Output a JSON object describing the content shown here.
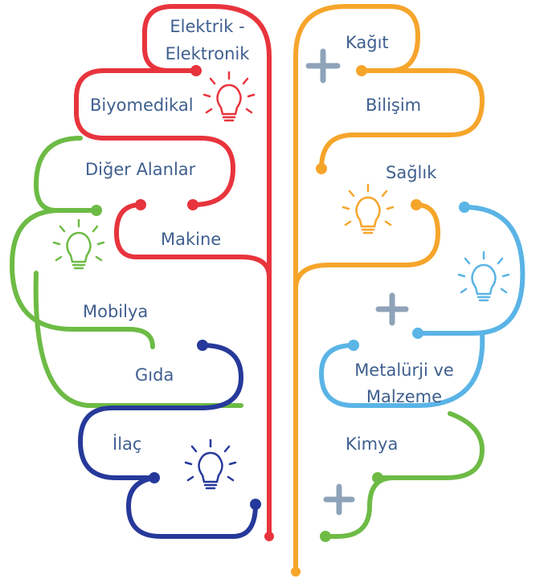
{
  "colors": {
    "red": "#e8343d",
    "green": "#6dbb45",
    "blue": "#26399a",
    "orange": "#f6a52b",
    "lightblue": "#5ab4e6",
    "label": "#3f5f8f",
    "plus": "#8fa3b8"
  },
  "left_labels": {
    "elektrik_line1": "Elektrik -",
    "elektrik_line2": "Elektronik",
    "biyomedikal": "Biyomedikal",
    "diger": "Diğer Alanlar",
    "makine": "Makine",
    "mobilya": "Mobilya",
    "gida": "Gıda",
    "ilac": "İlaç"
  },
  "right_labels": {
    "kagit": "Kağıt",
    "bilisim": "Bilişim",
    "saglik": "Sağlık",
    "metalurji_line1": "Metalürji ve",
    "metalurji_line2": "Malzeme",
    "kimya": "Kimya"
  },
  "icons": [
    "lightbulb-icon",
    "plus-icon"
  ]
}
